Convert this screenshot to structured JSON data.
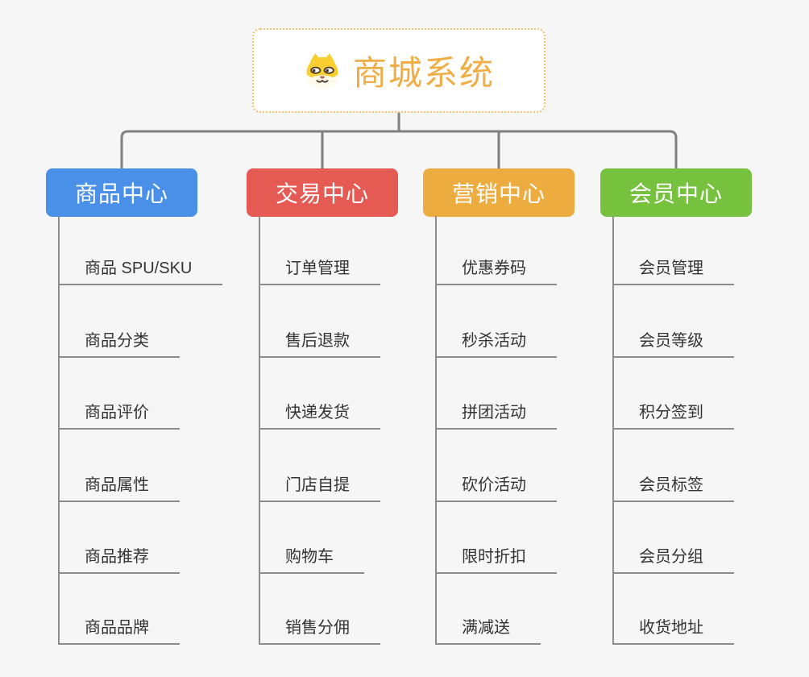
{
  "root": {
    "title": "商城系统",
    "icon": "dog-face-icon",
    "title_color": "#efad45",
    "border_color": "#f5c06b"
  },
  "branches": [
    {
      "label": "商品中心",
      "color": "#4a90e8",
      "items": [
        "商品 SPU/SKU",
        "商品分类",
        "商品评价",
        "商品属性",
        "商品推荐",
        "商品品牌"
      ]
    },
    {
      "label": "交易中心",
      "color": "#e55a52",
      "items": [
        "订单管理",
        "售后退款",
        "快递发货",
        "门店自提",
        "购物车",
        "销售分佣"
      ]
    },
    {
      "label": "营销中心",
      "color": "#edac40",
      "items": [
        "优惠券码",
        "秒杀活动",
        "拼团活动",
        "砍价活动",
        "限时折扣",
        "满减送"
      ]
    },
    {
      "label": "会员中心",
      "color": "#76c13e",
      "items": [
        "会员管理",
        "会员等级",
        "积分签到",
        "会员标签",
        "会员分组",
        "收货地址"
      ]
    }
  ],
  "connector_color": "#7f7f7f",
  "item_line_color": "#8c8c8c",
  "item_text_color": "#333333",
  "background_color": "#f6f6f7"
}
